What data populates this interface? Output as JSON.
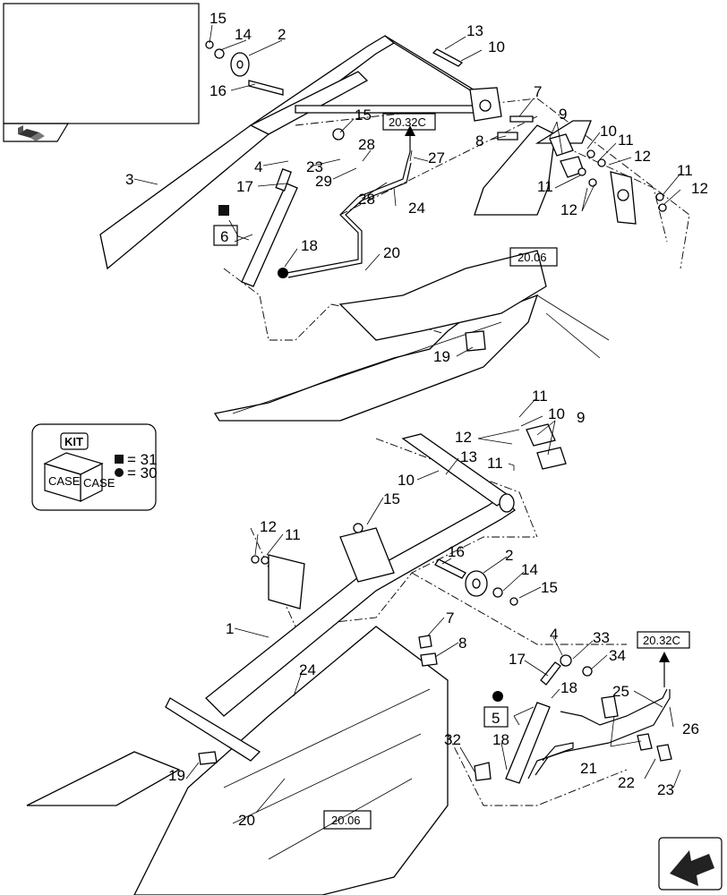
{
  "callouts": {
    "c1": "1",
    "c2a": "2",
    "c2b": "2",
    "c3": "3",
    "c4a": "4",
    "c4b": "4",
    "c5": "5",
    "c6": "6",
    "c7a": "7",
    "c7b": "7",
    "c8a": "8",
    "c8b": "8",
    "c9a": "9",
    "c9b": "9",
    "c10a": "10",
    "c10b": "10",
    "c10c": "10",
    "c10d": "10",
    "c11a": "11",
    "c11b": "11",
    "c11c": "11",
    "c11d": "11",
    "c11e": "11",
    "c11f": "11",
    "c12a": "12",
    "c12b": "12",
    "c12c": "12",
    "c12d": "12",
    "c12e": "12",
    "c13a": "13",
    "c13b": "13",
    "c14a": "14",
    "c14b": "14",
    "c15a": "15",
    "c15b": "15",
    "c15c": "15",
    "c15d": "15",
    "c16a": "16",
    "c16b": "16",
    "c17a": "17",
    "c17b": "17",
    "c18a": "18",
    "c18b": "18",
    "c18c": "18",
    "c19a": "19",
    "c19b": "19",
    "c20a": "20",
    "c20b": "20",
    "c21": "21",
    "c22": "22",
    "c23a": "23",
    "c23b": "23",
    "c24a": "24",
    "c24b": "24",
    "c25": "25",
    "c26": "26",
    "c27": "27",
    "c28a": "28",
    "c28b": "28",
    "c29": "29",
    "c32": "32",
    "c33": "33",
    "c34": "34"
  },
  "refs": {
    "r1": "20.32C",
    "r2": "20.06",
    "r3": "20.32C",
    "r4": "20.06"
  },
  "kit": {
    "title": "KIT",
    "row1_value": "= 31",
    "row2_value": "= 30",
    "box_label": "CASE"
  },
  "icons": {
    "thumbnail": "component-locator-icon",
    "nav": "next-page-arrow-icon"
  }
}
